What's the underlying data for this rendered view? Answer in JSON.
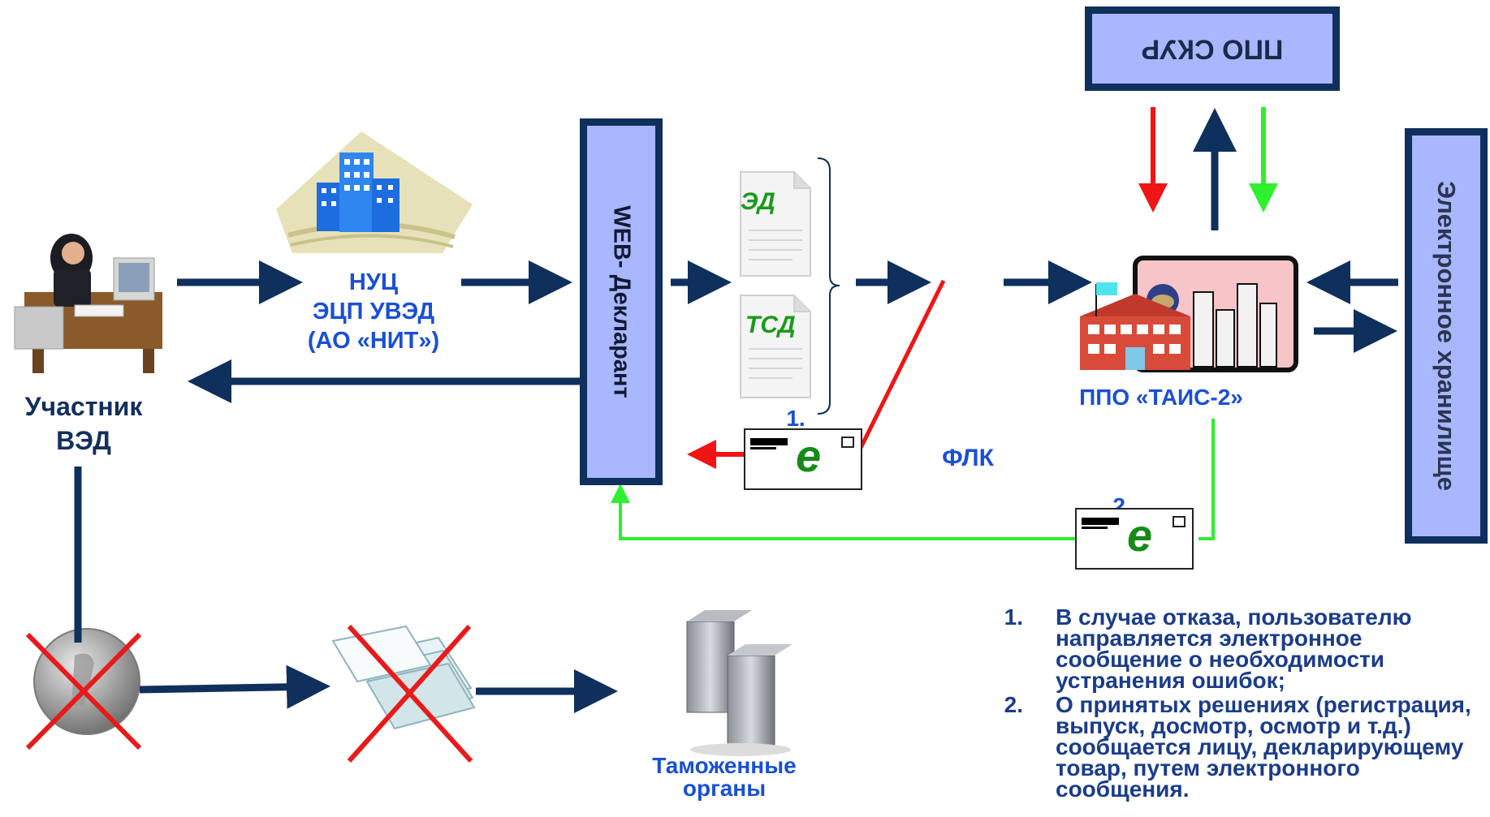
{
  "participant": {
    "label": "Участник ВЭД"
  },
  "nuc": {
    "line1": "НУЦ",
    "line2": "ЭЦП УВЭД",
    "line3": "(АО «НИТ»)"
  },
  "web_declarant": {
    "label": "WEB- Декларант"
  },
  "documents": {
    "ed": "ЭД",
    "tsd": "ТСД"
  },
  "flk": {
    "label": "ФЛК"
  },
  "ppo_skur": {
    "label": "ППО СКУР"
  },
  "ppo_tais": {
    "label": "ППО «ТАИС-2»"
  },
  "storage": {
    "label": "Электронное хранилище"
  },
  "customs": {
    "line1": "Таможенные",
    "line2": "органы"
  },
  "markers": {
    "first": "1.",
    "second": "2."
  },
  "envelope": {
    "letter": "e"
  },
  "notes": [
    {
      "num": "1.",
      "text": "В случае отказа, пользователю направляется электронное сообщение о необходимости устранения ошибок;"
    },
    {
      "num": "2.",
      "text": "О принятых решениях (регистрация, выпуск, досмотр, осмотр и т.д.) сообщается лицу, декларирующему товар, путем электронного сообщения."
    }
  ],
  "colors": {
    "navy": "#0f2f5c",
    "red": "#f01414",
    "green": "#2ef02e",
    "box_fill": "#a9b7ff",
    "text_blue": "#1a4fd6"
  }
}
